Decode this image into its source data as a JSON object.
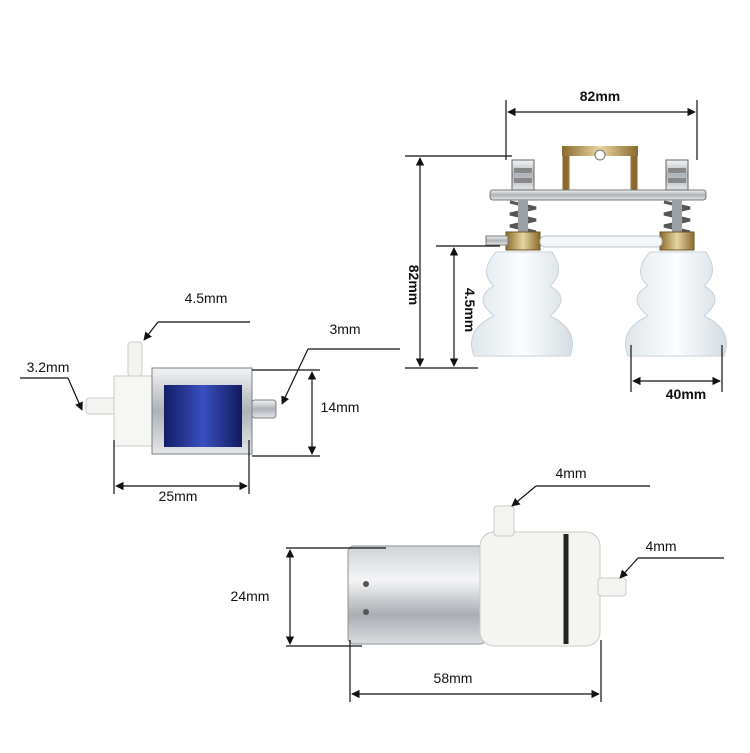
{
  "gripper": {
    "width_label": "82mm",
    "height_label": "82mm",
    "cup_height_label": "4.5mm",
    "cup_diameter_label": "40mm"
  },
  "valve": {
    "top_port_label": "4.5mm",
    "side_port_label": "3.2mm",
    "stem_label": "3mm",
    "height_label": "14mm",
    "length_label": "25mm"
  },
  "pump": {
    "top_port_label": "4mm",
    "side_port_label": "4mm",
    "diameter_label": "24mm",
    "length_label": "58mm"
  },
  "colors": {
    "line": "#111111",
    "cup": "#eef3f6",
    "metal": "#b9bec4",
    "coil_blue": "#1e2f8c"
  }
}
